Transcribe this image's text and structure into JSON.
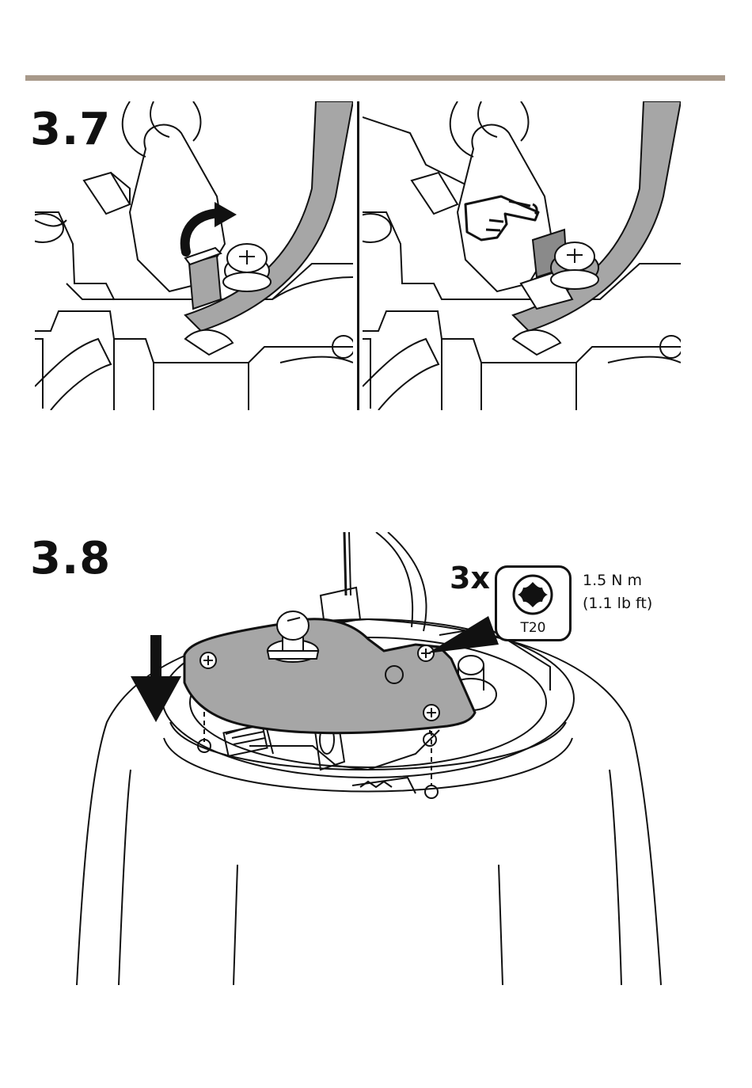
{
  "steps": [
    {
      "label": "3.7"
    },
    {
      "label": "3.8"
    }
  ],
  "step38": {
    "count": "3x",
    "tool": "T20",
    "torque_metric": "1.5 N m",
    "torque_imperial": "(1.1 lb ft)"
  },
  "icons": [
    "rotate-arrow-icon",
    "hand-pointing-icon",
    "down-arrow-icon",
    "torx-bit-icon"
  ],
  "colors": {
    "rule": "#a8998a",
    "line": "#111111",
    "fill_gray": "#a6a6a6",
    "panel_gray": "#cfcfcf",
    "highlight": "#8a8a8a"
  }
}
